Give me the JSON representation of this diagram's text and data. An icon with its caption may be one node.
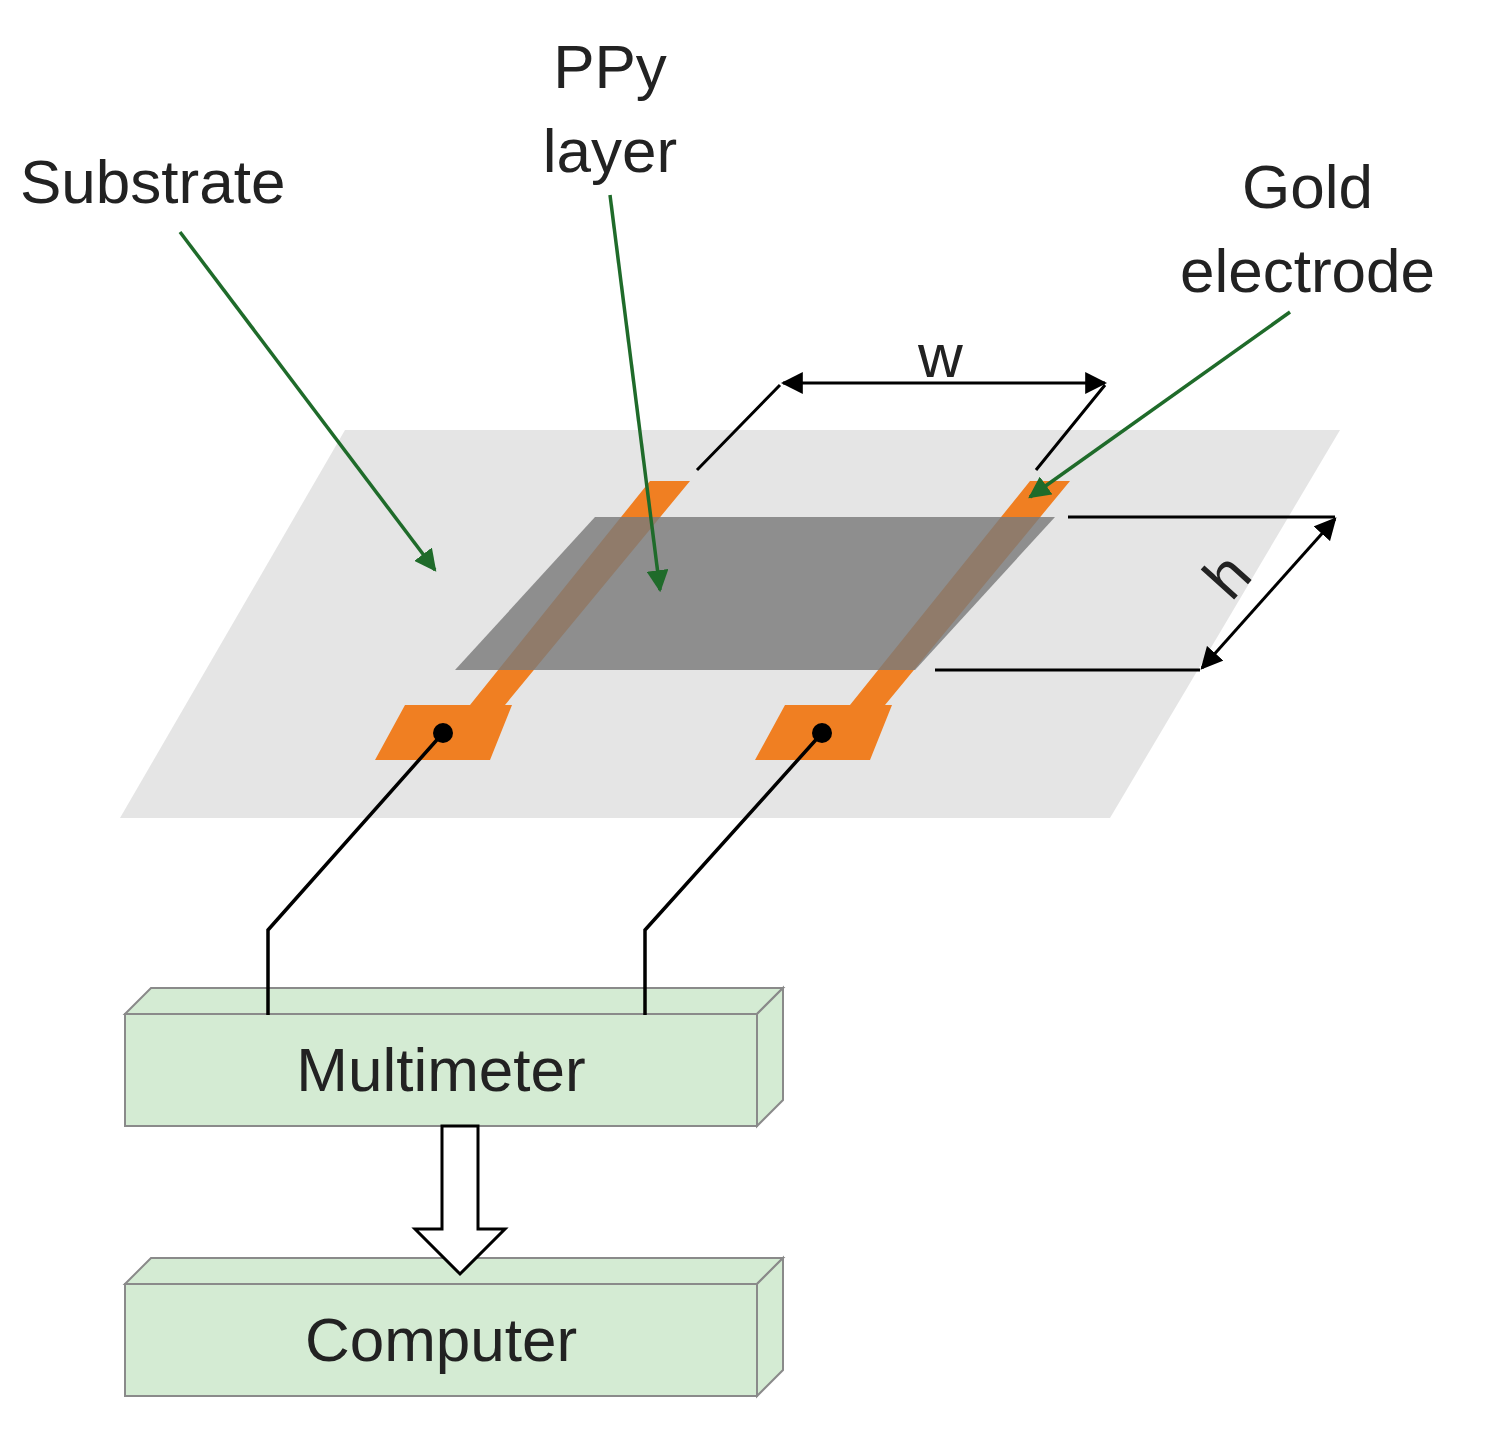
{
  "diagram": {
    "nodes": [
      {
        "text": [
          "Substrate"
        ]
      },
      {
        "text": [
          "PPy layer"
        ]
      },
      {
        "text": [
          "Gold electrode"
        ]
      },
      {
        "text": [],
        "shape": "box"
      },
      {
        "text": [],
        "shape": "box",
        "in": 3
      },
      {
        "text": [],
        "shape": "bar",
        "in": 3
      },
      {
        "text": [],
        "shape": "bar",
        "in": 3
      },
      {
        "text": [
          "Multimeter"
        ]
      },
      {
        "text": [
          "Computer"
        ]
      }
    ],
    "edges": [
      {
        "from": 0,
        "to": 3,
        "arrow": "to",
        "color": "#1f6b2a"
      },
      {
        "from": 1,
        "to": 4,
        "arrow": "to",
        "color": "#1f6b2a"
      },
      {
        "from": 2,
        "to": 6,
        "arrow": "to",
        "color": "#1f6b2a"
      },
      {
        "from": 5,
        "to": 7,
        "arrow": "none",
        "color": "#000000"
      },
      {
        "from": 6,
        "to": 7,
        "arrow": "none",
        "color": "#000000"
      },
      {
        "from": 7,
        "to": 8,
        "arrow": "to",
        "style": "thick",
        "color": "#000000"
      }
    ],
    "labels": [
      "w",
      "h"
    ]
  }
}
